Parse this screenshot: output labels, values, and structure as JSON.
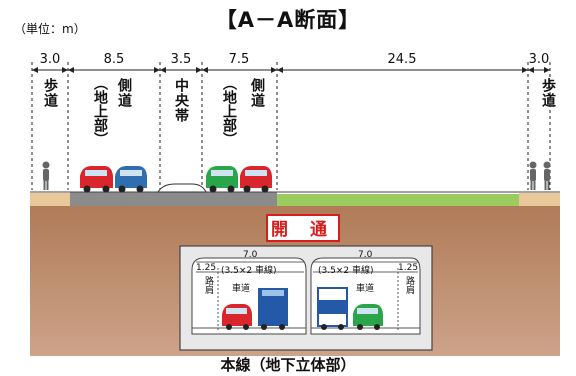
{
  "title": "【A－A断面】",
  "unit_label": "（単位：m）",
  "dimensions": [
    "3.0",
    "8.5",
    "3.5",
    "7.5",
    "24.5",
    "3.0"
  ],
  "zones": {
    "left_sidewalk": "歩道",
    "left_frontage": "側道",
    "left_frontage_sub": "（地上部）",
    "median": "中央帯",
    "right_frontage": "側道",
    "right_frontage_sub": "（地上部）",
    "right_sidewalk": "歩道"
  },
  "open_badge": "開 通",
  "tunnel": {
    "caption": "本線（地下立体部）",
    "left_total": "7.0",
    "left_lanes": "(3.5×2 車線)",
    "left_shoulder_width": "1.25",
    "left_shoulder_label": "路肩",
    "left_lane_label": "車道",
    "right_total": "7.0",
    "right_lanes": "(3.5×2 車線)",
    "right_shoulder_width": "1.25",
    "right_shoulder_label": "路肩",
    "right_lane_label": "車道"
  },
  "colors": {
    "title_bracket": "#111111",
    "open_badge": "#d81d1d",
    "earth_top": "#b47f5c",
    "earth_bottom": "#c79a7c",
    "grass": "#9ccc5f",
    "road": "#8b8b8b",
    "sidewalk": "#e9c89a",
    "car_red": "#d9262d",
    "car_blue": "#2f6fb0",
    "car_green": "#2aa64a",
    "truck_blue": "#2459a8"
  }
}
